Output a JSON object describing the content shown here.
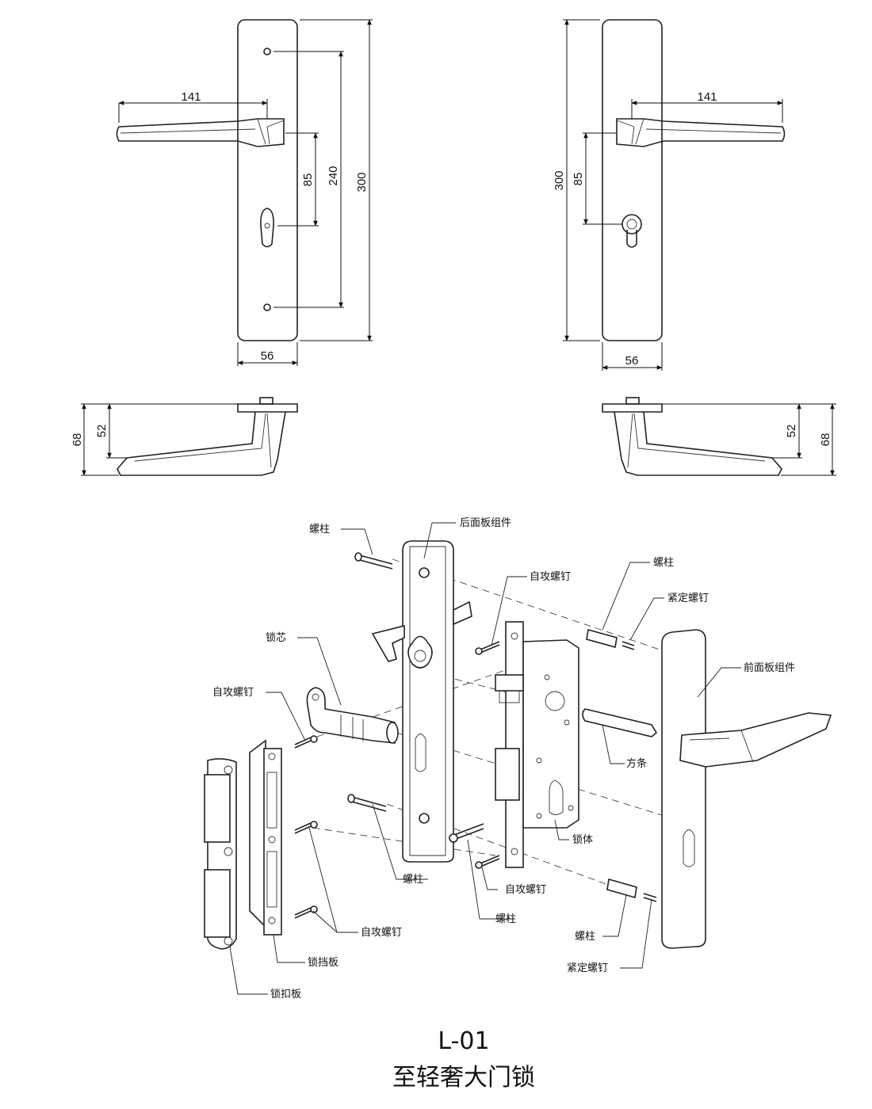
{
  "model": "L-01",
  "product_name": "至轻奢大门锁",
  "left_view": {
    "dim_handle_length": "141",
    "dim_plate_width": "56",
    "dim_handle_to_keyhole": "85",
    "dim_screw_spacing": "240",
    "dim_plate_height": "300",
    "dim_depth_total": "68",
    "dim_depth_handle": "52"
  },
  "right_view": {
    "dim_handle_length": "141",
    "dim_plate_width": "56",
    "dim_handle_to_keyhole": "85",
    "dim_plate_height": "300",
    "dim_depth_total": "68",
    "dim_depth_handle": "52"
  },
  "parts": {
    "stud_top_left": "螺柱",
    "back_panel_assembly": "后面板组件",
    "self_tapping_screw_top": "自攻螺钉",
    "stud_top_right": "螺柱",
    "set_screw_top": "紧定螺钉",
    "front_panel_assembly": "前面板组件",
    "lock_cylinder": "锁芯",
    "self_tapping_screw_left": "自攻螺钉",
    "spindle": "方条",
    "lock_body": "锁体",
    "stud_bottom_left": "螺柱",
    "self_tapping_screw_bottom": "自攻螺钉",
    "stud_bottom_middle": "螺柱",
    "stud_bottom_right": "螺柱",
    "self_tapping_screw_strike": "自攻螺钉",
    "set_screw_bottom": "紧定螺钉",
    "lock_guard_plate": "锁挡板",
    "strike_plate": "锁扣板"
  }
}
